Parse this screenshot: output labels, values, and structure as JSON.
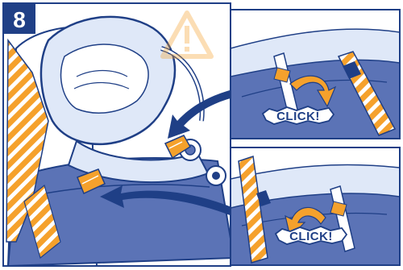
{
  "step": {
    "number": "8"
  },
  "callouts": {
    "top_label": "CLICK!",
    "bottom_label": "CLICK!"
  },
  "palette": {
    "navy": "#1f3f86",
    "mid_blue": "#5b73b6",
    "light_blue": "#dfe8f8",
    "orange": "#f5a12c",
    "white": "#ffffff"
  },
  "icons": {
    "warning": "warning-triangle-icon",
    "arrow": "curved-arrow-icon",
    "click": "click-burst-icon"
  }
}
